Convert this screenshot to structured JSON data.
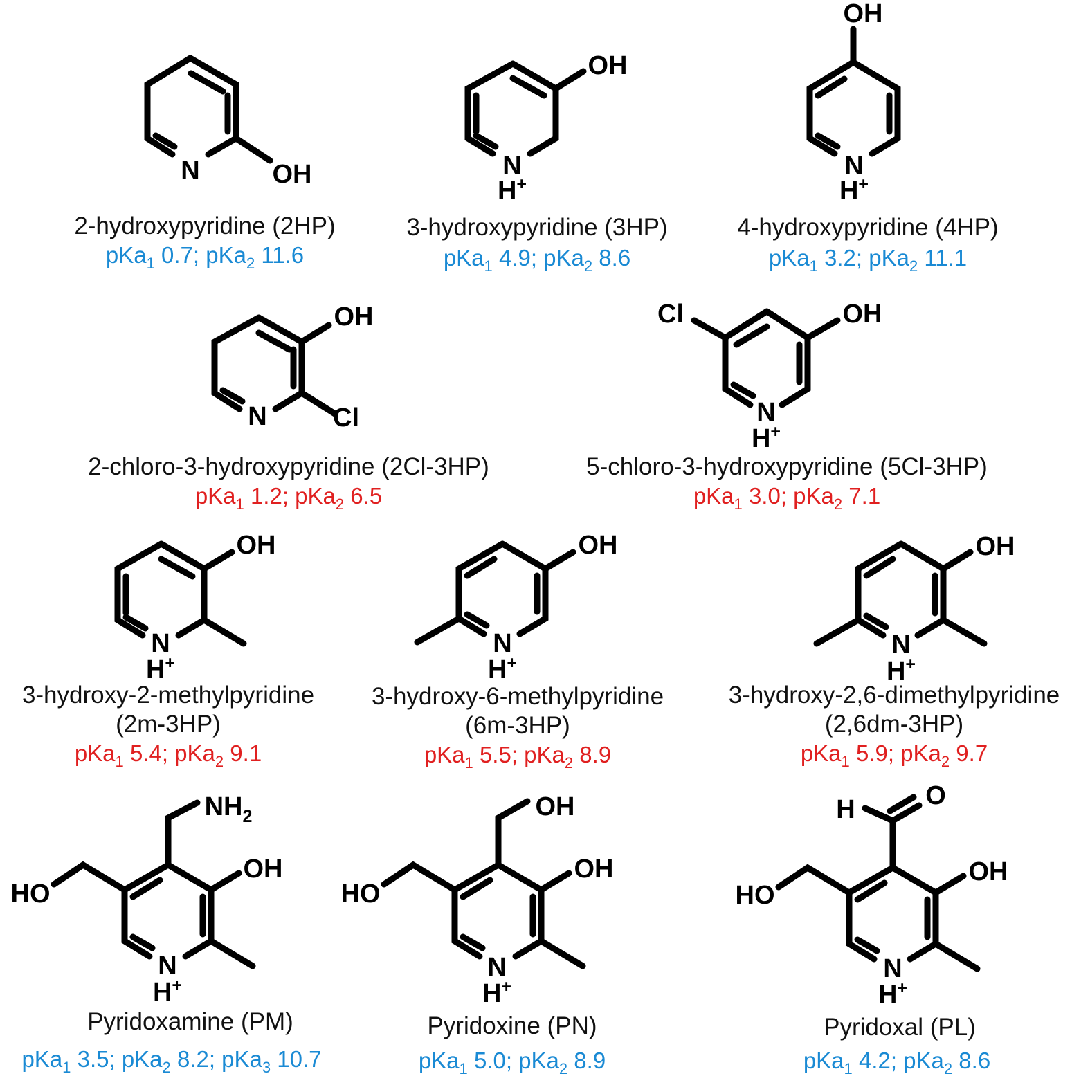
{
  "atoms": {
    "n": "N",
    "h": "H",
    "plus": "+",
    "oh": "OH",
    "ho": "HO",
    "cl": "Cl",
    "nh": "NH",
    "two": "2",
    "o": "O"
  },
  "compounds": [
    {
      "name": "2-hydroxypyridine (2HP)",
      "pka": [
        [
          "pKa",
          "1",
          " 0.7; "
        ],
        [
          "pKa",
          "2",
          " 11.6"
        ]
      ],
      "color": "#1a8ad4"
    },
    {
      "name": "3-hydroxypyridine (3HP)",
      "pka": [
        [
          "pKa",
          "1",
          " 4.9; "
        ],
        [
          "pKa",
          "2",
          " 8.6"
        ]
      ],
      "color": "#1a8ad4"
    },
    {
      "name": "4-hydroxypyridine (4HP)",
      "pka": [
        [
          "pKa",
          "1",
          " 3.2; "
        ],
        [
          "pKa",
          "2",
          " 11.1"
        ]
      ],
      "color": "#1a8ad4"
    },
    {
      "name": "2-chloro-3-hydroxypyridine (2Cl-3HP)",
      "pka": [
        [
          "pKa",
          "1",
          " 1.2; "
        ],
        [
          "pKa",
          "2",
          " 6.5"
        ]
      ],
      "color": "#e02020"
    },
    {
      "name": "5-chloro-3-hydroxypyridine (5Cl-3HP)",
      "pka": [
        [
          "pKa",
          "1",
          " 3.0; "
        ],
        [
          "pKa",
          "2",
          " 7.1"
        ]
      ],
      "color": "#e02020"
    },
    {
      "name": "3-hydroxy-2-methylpyridine",
      "name2": "(2m-3HP)",
      "pka": [
        [
          "pKa",
          "1",
          " 5.4; "
        ],
        [
          "pKa",
          "2",
          " 9.1"
        ]
      ],
      "color": "#e02020"
    },
    {
      "name": "3-hydroxy-6-methylpyridine",
      "name2": "(6m-3HP)",
      "pka": [
        [
          "pKa",
          "1",
          " 5.5; "
        ],
        [
          "pKa",
          "2",
          " 8.9"
        ]
      ],
      "color": "#e02020"
    },
    {
      "name": "3-hydroxy-2,6-dimethylpyridine",
      "name2": "(2,6dm-3HP)",
      "pka": [
        [
          "pKa",
          "1",
          " 5.9; "
        ],
        [
          "pKa",
          "2",
          " 9.7"
        ]
      ],
      "color": "#e02020"
    },
    {
      "name": "Pyridoxamine (PM)",
      "pka": [
        [
          "pKa",
          "1",
          " 3.5; "
        ],
        [
          "pKa",
          "2",
          " 8.2; "
        ],
        [
          "pKa",
          "3",
          " 10.7"
        ]
      ],
      "color": "#1a8ad4"
    },
    {
      "name": "Pyridoxine (PN)",
      "pka": [
        [
          "pKa",
          "1",
          " 5.0; "
        ],
        [
          "pKa",
          "2",
          " 8.9"
        ]
      ],
      "color": "#1a8ad4"
    },
    {
      "name": "Pyridoxal (PL)",
      "pka": [
        [
          "pKa",
          "1",
          " 4.2; "
        ],
        [
          "pKa",
          "2",
          " 8.6"
        ]
      ],
      "color": "#1a8ad4"
    }
  ]
}
